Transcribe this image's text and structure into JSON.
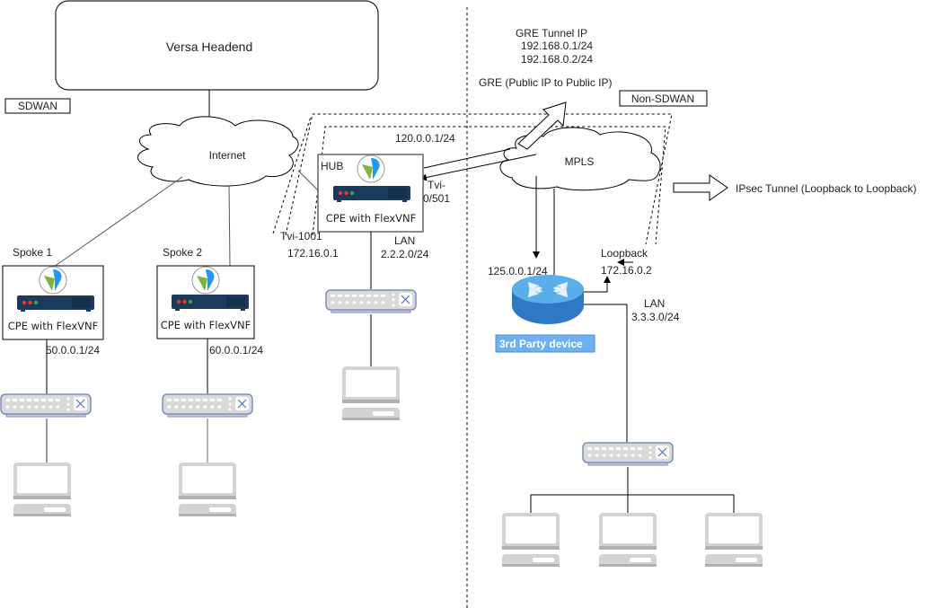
{
  "headend": {
    "label": "Versa Headend"
  },
  "zones": {
    "sdwan": "SDWAN",
    "non_sdwan": "Non-SDWAN"
  },
  "clouds": {
    "internet": "Internet",
    "mpls": "MPLS"
  },
  "hub": {
    "title": "HUB",
    "device_label": "CPE with FlexVNF",
    "wan_ip": "120.0.0.1/24",
    "tvi_right_line1": "Tvi-",
    "tvi_right_line2": "0/501",
    "tvi_left": "Tvi-1001",
    "tvi_left_ip": "172.16.0.1",
    "lan_label": "LAN",
    "lan_subnet": "2.2.2.0/24"
  },
  "spokes": [
    {
      "title": "Spoke 1",
      "device_label": "CPE with FlexVNF",
      "lan_ip": "50.0.0.1/24"
    },
    {
      "title": "Spoke 2",
      "device_label": "CPE with FlexVNF",
      "lan_ip": "60.0.0.1/24"
    }
  ],
  "gre": {
    "tunnel_title": "GRE Tunnel IP",
    "tunnel_ip_1": "192.168.0.1/24",
    "tunnel_ip_2": "192.168.0.2/24",
    "label": "GRE (Public IP to Public IP)"
  },
  "ipsec": {
    "label": "IPsec Tunnel (Loopback to Loopback)"
  },
  "third_party": {
    "label": "3rd Party device",
    "wan_ip": "125.0.0.1/24",
    "loopback_label": "Loopback",
    "loopback_ip": "172.16.0.2",
    "lan_label": "LAN",
    "lan_subnet": "3.3.3.0/24"
  },
  "colors": {
    "cpe_body": "#1b3a5c",
    "third_party_badge": "#6fb1f0",
    "router_blue": "#3b8fd6",
    "switch_fill": "#d9d9d9",
    "switch_border": "#7b8fbf",
    "pc_gray": "#d3d3d3"
  }
}
